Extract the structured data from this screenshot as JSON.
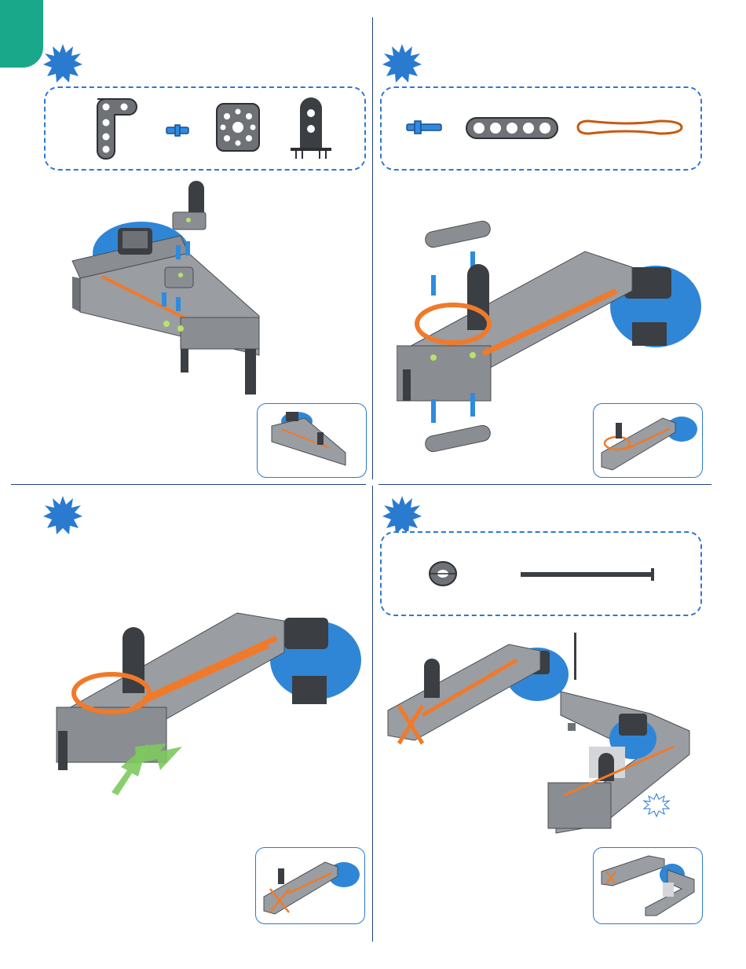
{
  "colors": {
    "tab": "#1aa88a",
    "accent_blue": "#2a7ad0",
    "divider": "#1f3f7a",
    "beam_gray": "#8a8d92",
    "dark_gray": "#4a4d52",
    "gear_blue": "#2f86d6",
    "band_orange": "#f07a2a",
    "peg_blue": "#2e8be0",
    "hole_green": "#b7e36a",
    "arrow_green": "#7dc95e"
  },
  "steps": [
    {
      "id": "step-1",
      "marker": "starburst-icon",
      "parts": [
        "l-beam-icon",
        "connector-peg-icon",
        "square-plate-icon",
        "upright-bracket-icon"
      ]
    },
    {
      "id": "step-2",
      "marker": "starburst-icon",
      "parts": [
        "long-peg-icon",
        "five-hole-beam-icon",
        "rubber-band-icon"
      ]
    },
    {
      "id": "step-3",
      "marker": "starburst-icon",
      "parts": []
    },
    {
      "id": "step-4",
      "marker": "starburst-icon",
      "parts": [
        "spacer-icon",
        "axle-rod-icon"
      ]
    }
  ]
}
